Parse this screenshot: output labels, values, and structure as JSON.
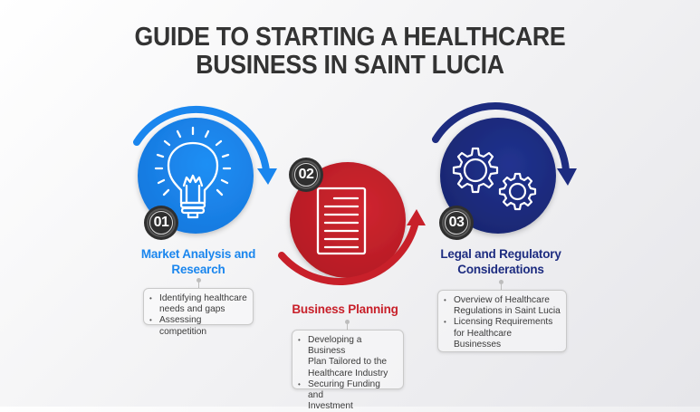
{
  "title": {
    "line1": "GUIDE TO STARTING A HEALTHCARE",
    "line2": "BUSINESS IN SAINT LUCIA"
  },
  "colors": {
    "step1": "#1a86ee",
    "step2": "#c8202a",
    "step3": "#1d2c80",
    "badge": "#2f2f2f",
    "title": "#333333"
  },
  "steps": [
    {
      "number": "01",
      "icon": "lightbulb-icon",
      "label_line1": "Market Analysis and",
      "label_line2": "Research",
      "bullets": [
        {
          "line1": "Identifying healthcare",
          "line2": "needs and gaps"
        },
        {
          "line1": "Assessing competition",
          "line2": ""
        }
      ]
    },
    {
      "number": "02",
      "icon": "document-icon",
      "label_line1": "Business Planning",
      "label_line2": "",
      "bullets": [
        {
          "line1": "Developing a Business",
          "line2": "Plan Tailored to the",
          "line3": "Healthcare Industry"
        },
        {
          "line1": "Securing Funding and",
          "line2": "Investment"
        }
      ]
    },
    {
      "number": "03",
      "icon": "gears-icon",
      "label_line1": "Legal and Regulatory",
      "label_line2": "Considerations",
      "bullets": [
        {
          "line1": "Overview of Healthcare",
          "line2": "Regulations in Saint Lucia"
        },
        {
          "line1": "Licensing Requirements",
          "line2": "for Healthcare Businesses"
        }
      ]
    }
  ]
}
